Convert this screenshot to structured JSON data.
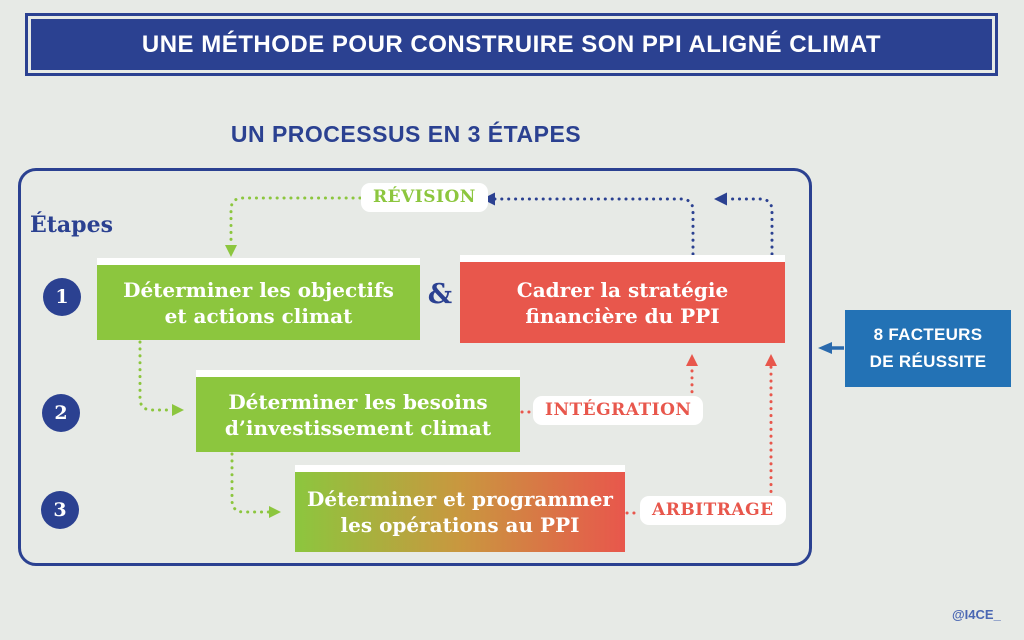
{
  "colors": {
    "navy": "#2b4191",
    "green": "#8cc63e",
    "red": "#e8574c",
    "note_blue": "#2372b5",
    "background": "#e7eae6",
    "label_background": "#ffffff"
  },
  "header": {
    "title": "UNE MÉTHODE POUR CONSTRUIRE SON PPI ALIGNÉ CLIMAT"
  },
  "subtitle": "UN PROCESSUS EN 3 ÉTAPES",
  "diagram": {
    "steps_label": "Étapes",
    "ampersand": "&",
    "steps": [
      {
        "number": "1",
        "box": {
          "line1": "Déterminer les objectifs",
          "line2": "et actions climat"
        }
      },
      {
        "number": "2",
        "box": {
          "line1": "Déterminer les besoins",
          "line2": "d’investissement climat"
        }
      },
      {
        "number": "3",
        "box": {
          "line1": "Déterminer et programmer",
          "line2": "les opérations au PPI"
        }
      }
    ],
    "strategy_box": {
      "line1": "Cadrer la stratégie",
      "line2": "financière du PPI"
    },
    "loop_labels": {
      "revision": "RÉVISION",
      "integration": "INTÉGRATION",
      "arbitrage": "ARBITRAGE"
    }
  },
  "side_note": {
    "line1": "8 FACTEURS",
    "line2": "DE RÉUSSITE"
  },
  "footer": {
    "handle": "@I4CE_"
  }
}
